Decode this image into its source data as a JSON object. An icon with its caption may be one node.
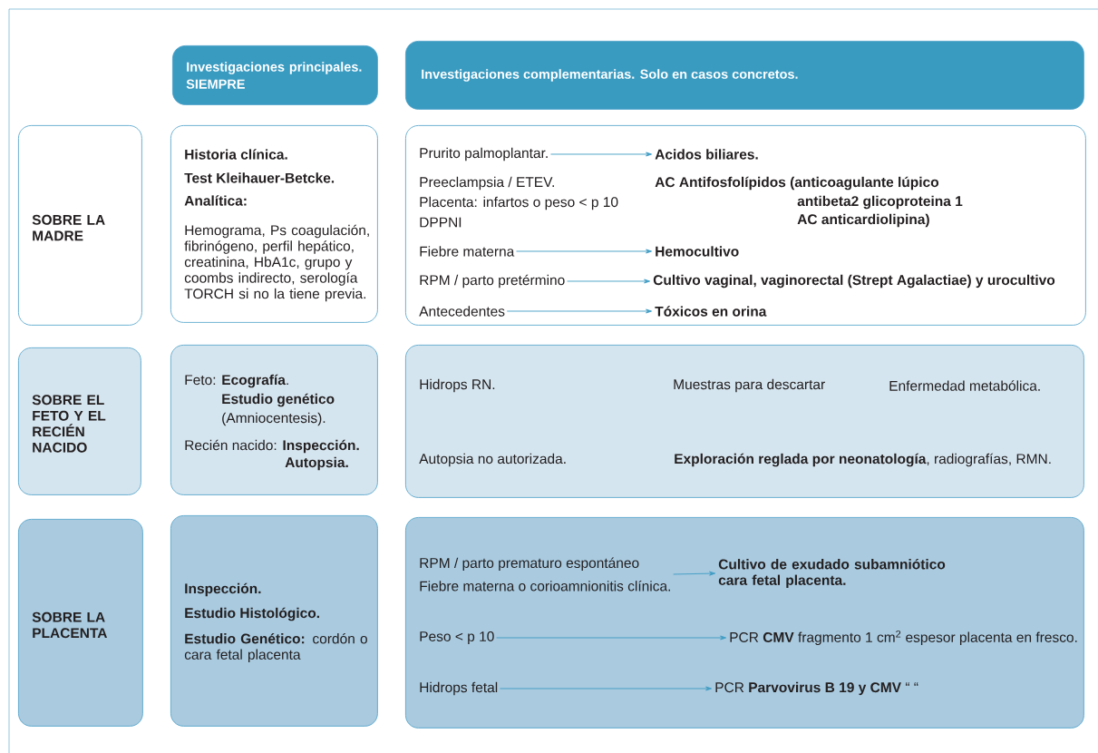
{
  "diagram": {
    "nodes": [
      {
        "text": [
          "Investigaciones principales. SIEMPRE"
        ]
      },
      {
        "text": [
          "Investigaciones complementarias. Solo en casos concretos."
        ]
      },
      {
        "text": [
          "SOBRE LA MADRE"
        ]
      },
      {
        "text": [
          "Historia clínica.",
          "Test Kleihauer-Betcke.",
          "Analítica:",
          "Hemograma, Ps coagulación, fibrinógeno, perfil hepático, creatinina, HbA1c, grupo y coombs indirecto, serología TORCH si no la tiene previa."
        ]
      },
      {
        "text": [],
        "shape": "box"
      },
      {
        "text": [
          "Prurito palmoplantar."
        ],
        "in": 4
      },
      {
        "text": [
          "Acidos biliares."
        ],
        "in": 4
      },
      {
        "text": [
          "Fiebre materna"
        ],
        "in": 4
      },
      {
        "text": [
          "Hemocultivo"
        ],
        "in": 4
      },
      {
        "text": [
          "RPM / parto pretérmino"
        ],
        "in": 4
      },
      {
        "text": [
          "Cultivo vaginal, vaginorectal (Strept Agalactiae) y urocultivo"
        ],
        "in": 4
      },
      {
        "text": [
          "Antecedentes"
        ],
        "in": 4
      },
      {
        "text": [
          "Tóxicos en orina"
        ],
        "in": 4
      },
      {
        "text": [
          "SOBRE EL FETO Y EL RECIÉN NACIDO"
        ]
      },
      {
        "text": [
          "Feto: **Ecografía**.",
          "**Estudio genético**",
          "(Amniocentesis).",
          "Recién nacido: **Inspección.**",
          "**Autopsia.**"
        ]
      },
      {
        "text": [
          "Hidrops RN.",
          "Muestras para descartar",
          "Enfermedad metabólica.",
          "Autopsia no autorizada.",
          "**Exploración reglada por neonatología**, radiografías, RMN."
        ]
      },
      {
        "text": [
          "SOBRE LA PLACENTA"
        ]
      },
      {
        "text": [
          "Inspección.",
          "Estudio Histológico.",
          "**Estudio Genético:** cordón o cara fetal placenta"
        ]
      },
      {
        "text": [],
        "shape": "box"
      },
      {
        "text": [
          "RPM / parto prematuro espontáneo",
          "Fiebre materna o corioamnionitis clínica."
        ],
        "in": 18
      },
      {
        "text": [
          "Cultivo de exudado subamniótico cara fetal placenta."
        ],
        "in": 18
      },
      {
        "text": [
          "Peso < p 10"
        ],
        "in": 18
      },
      {
        "text": [
          "PCR **CMV** fragmento 1 cm$^{2}$ espesor placenta en fresco."
        ],
        "in": 18
      },
      {
        "text": [
          "Hidrops fetal"
        ],
        "in": 18
      },
      {
        "text": [
          "PCR **Parvovirus B 19 y CMV** “ “"
        ],
        "in": 18
      }
    ],
    "edges": [
      {
        "from": 5,
        "to": 6,
        "arrow": "to"
      },
      {
        "from": 7,
        "to": 8,
        "arrow": "to"
      },
      {
        "from": 9,
        "to": 10,
        "arrow": "to"
      },
      {
        "from": 11,
        "to": 12,
        "arrow": "to"
      },
      {
        "from": 19,
        "to": 20,
        "arrow": "to"
      },
      {
        "from": 21,
        "to": 22,
        "arrow": "to"
      },
      {
        "from": 23,
        "to": 24,
        "arrow": "to"
      }
    ],
    "labels": [
      "Preeclampsia / ETEV.",
      "AC Antifosfolípidos (anticoagulante lúpico",
      "Placenta: infartos o peso < p 10",
      "antibeta2 glicoproteina 1",
      "DPPNI",
      "AC anticardiolipina)"
    ]
  }
}
